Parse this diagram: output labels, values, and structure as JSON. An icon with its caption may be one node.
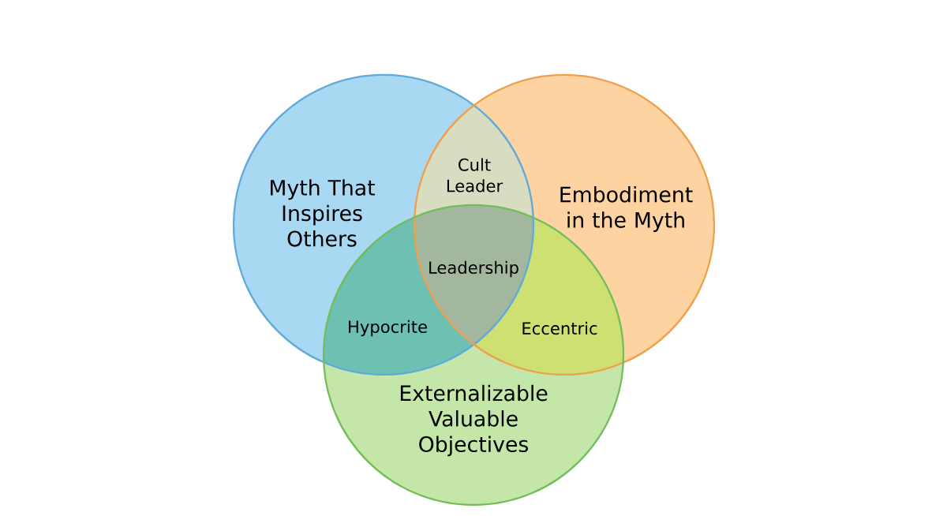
{
  "diagram": {
    "nodes": [
      {
        "text": [
          "Myth That Inspires Others"
        ]
      },
      {
        "text": [
          "Embodiment in the Myth"
        ]
      },
      {
        "text": [
          "Externalizable Valuable Objectives"
        ]
      }
    ],
    "labels": [
      "Cult Leader",
      "Leadership",
      "Hypocrite",
      "Eccentric"
    ]
  }
}
